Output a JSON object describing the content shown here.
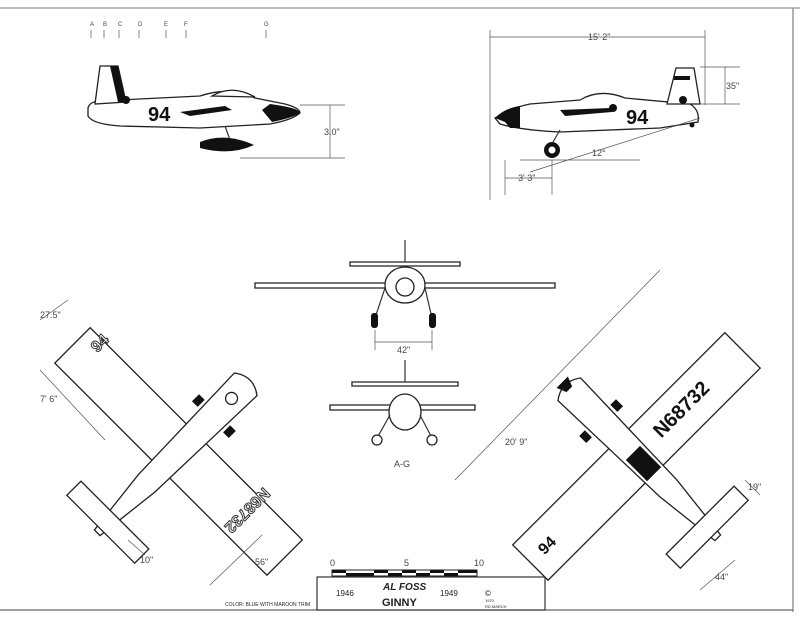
{
  "station_marks": [
    "A",
    "B",
    "C",
    "D",
    "E",
    "F",
    "G"
  ],
  "side_view": {
    "race_number": "94",
    "height_dim": "3.0\""
  },
  "side_view_right": {
    "race_number": "94",
    "length_dim": "15' 2\"",
    "tail_height_dim": "35\"",
    "gear_dim": "3' 3\"",
    "angle_dim": "12°"
  },
  "front_view": {
    "track_dim": "42\""
  },
  "rear_view": {
    "label": "A-G"
  },
  "top_view_left": {
    "wing_number": "94",
    "registration": "N68732",
    "chord_dim": "27.5\"",
    "semi_span_dim": "7' 6\"",
    "tail_chord_dim": "10\"",
    "tail_span_dim": "56\""
  },
  "top_view_right": {
    "wing_number": "94",
    "registration": "N68732",
    "span_dim": "20' 9\"",
    "tail_chord_dim": "19\"",
    "tail_span_dim": "44\""
  },
  "scale_bar": {
    "labels": [
      "0",
      "5",
      "10"
    ]
  },
  "title_block": {
    "pilot": "AL FOSS",
    "year_left": "1946",
    "name": "GINNY",
    "year_right": "1949",
    "color_note": "COLOR: BLUE WITH MAROON TRIM",
    "copyright": "©",
    "credit_year": "1970",
    "credit": "RD MARCH"
  }
}
